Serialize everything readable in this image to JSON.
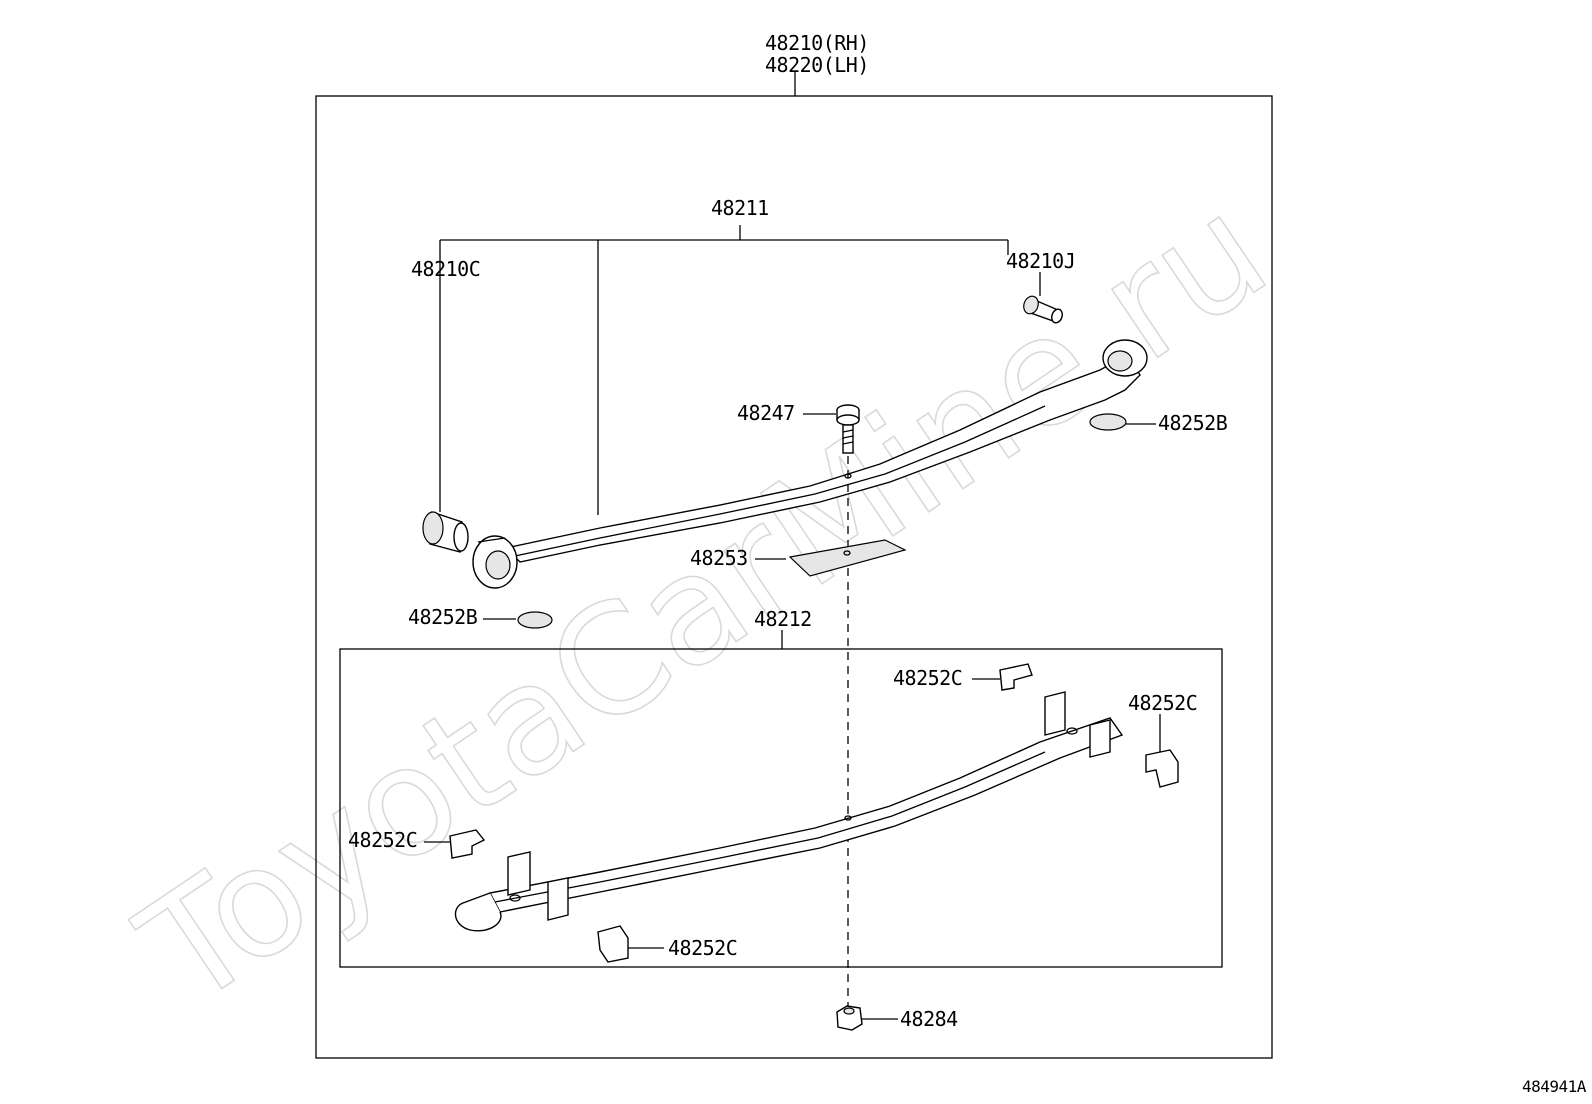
{
  "watermark": "ToyotaCarMine.ru",
  "diagram_id": "484941A",
  "labels": {
    "assembly_rh": "48210(RH)",
    "assembly_lh": "48220(LH)",
    "main_leaf": "48211",
    "bushing_c": "48210C",
    "bushing_j": "48210J",
    "center_bolt": "48247",
    "pad_b_right": "48252B",
    "pad_b_left": "48252B",
    "spacer": "48253",
    "second_leaf": "48212",
    "clip_top": "48252C",
    "clip_right": "48252C",
    "clip_left": "48252C",
    "clip_bottom": "48252C",
    "nut": "48284"
  }
}
